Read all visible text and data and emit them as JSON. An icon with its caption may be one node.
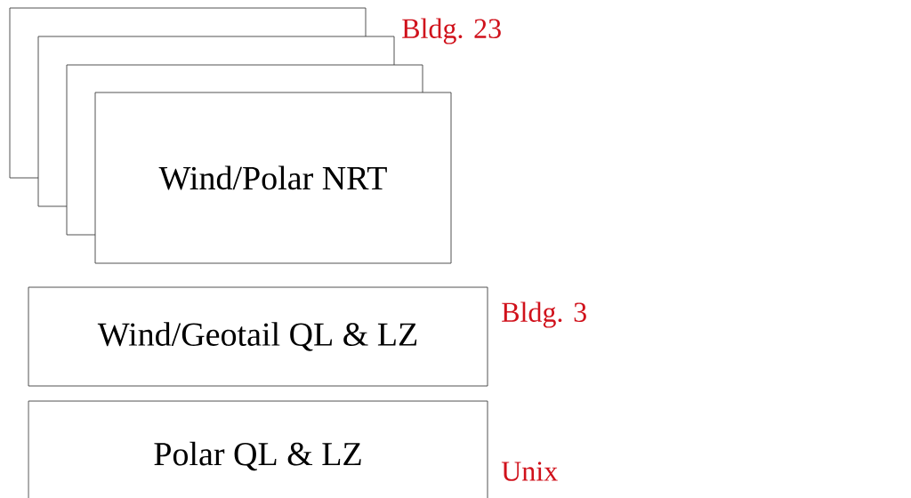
{
  "diagram": {
    "nodes": [
      {
        "text": [
          "Wind/Polar NRT"
        ]
      },
      {
        "text": [
          "Wind/Geotail QL & LZ"
        ]
      },
      {
        "text": [
          "Polar QL & LZ"
        ]
      }
    ],
    "labels": [
      "Bldg. 23",
      "Bldg. 3",
      "Unix"
    ]
  }
}
